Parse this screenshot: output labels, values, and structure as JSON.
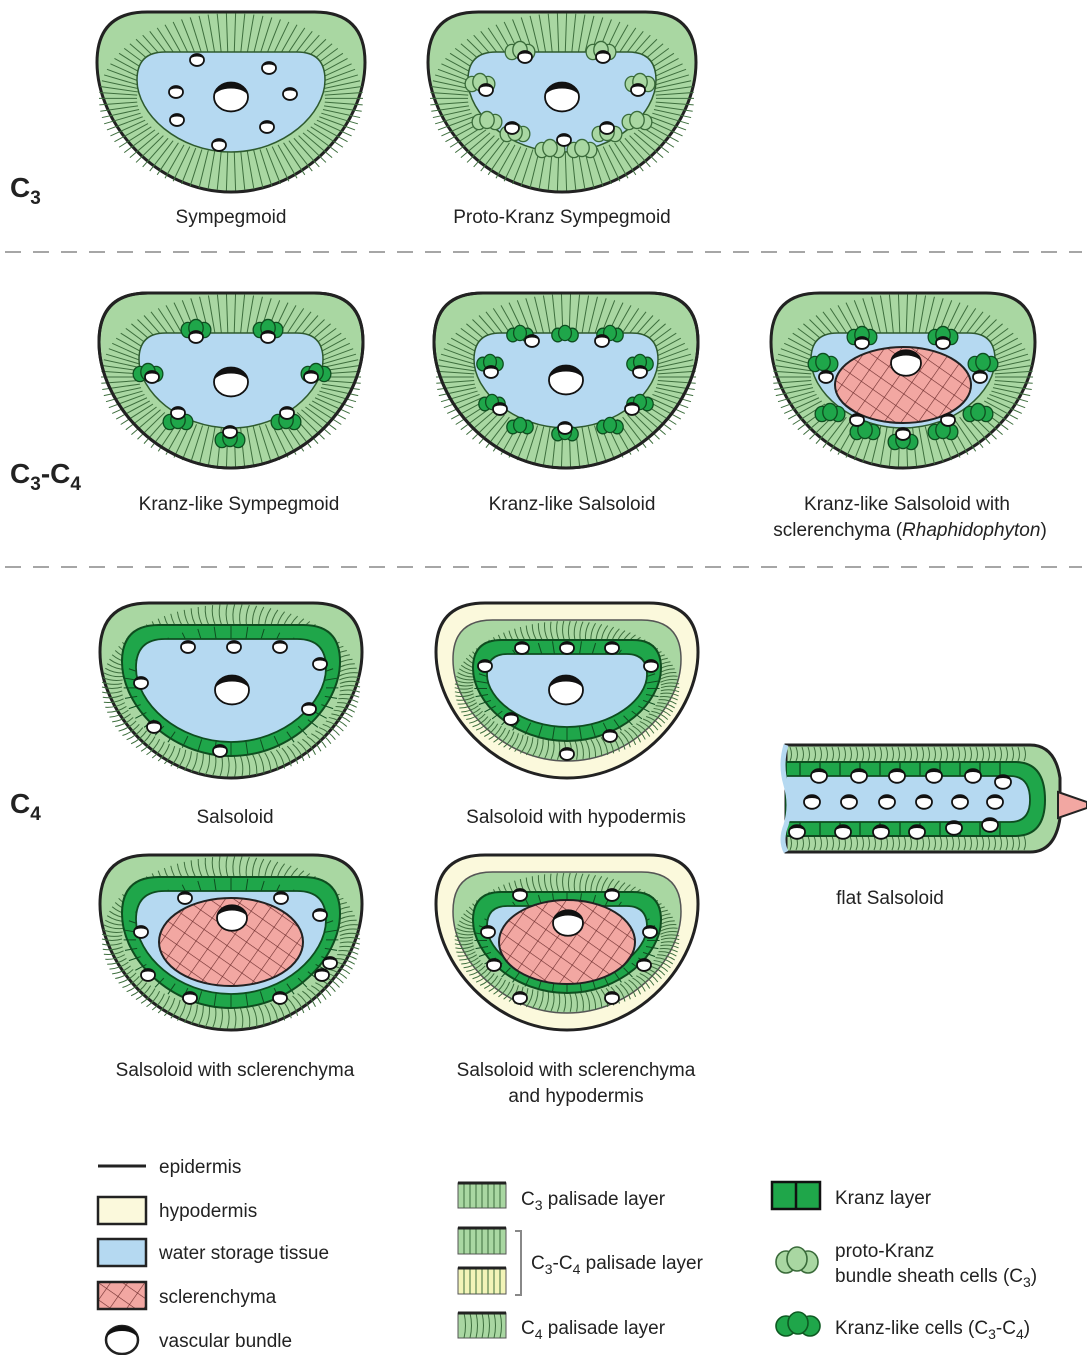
{
  "colors": {
    "green_light": "#a9d7a2",
    "green_mid": "#8fc98a",
    "kranz_green": "#1fa64a",
    "kranz_dark": "#12732f",
    "water": "#b5d9f1",
    "hypodermis": "#fbf9dc",
    "hypodermis_c3c4": "#f2f4b8",
    "sclerenchyma": "#f2a7a2",
    "line": "#222222"
  },
  "rows": {
    "c3": {
      "base": "C",
      "sub": "3"
    },
    "c3c4": {
      "base": "C",
      "sub1": "3",
      "dash": "-",
      "base2": "C",
      "sub2": "4"
    },
    "c4": {
      "base": "C",
      "sub": "4"
    }
  },
  "diagrams": {
    "sympegmoid": "Sympegmoid",
    "proto_kranz": "Proto-Kranz Sympegmoid",
    "kranz_like_sympegmoid": "Kranz-like Sympegmoid",
    "kranz_like_salsoloid": "Kranz-like Salsoloid",
    "kranz_like_scler_line1": "Kranz-like Salsoloid with",
    "kranz_like_scler_line2a": "sclerenchyma (",
    "kranz_like_scler_italic": "Rhaphidophyton",
    "kranz_like_scler_line2b": ")",
    "salsoloid": "Salsoloid",
    "salsoloid_hypo": "Salsoloid with hypodermis",
    "flat": "flat Salsoloid",
    "salsoloid_scler": "Salsoloid with sclerenchyma",
    "salsoloid_scler_hypo_line1": "Salsoloid with sclerenchyma",
    "salsoloid_scler_hypo_line2": "and hypodermis"
  },
  "legend": {
    "epidermis": "epidermis",
    "hypodermis": "hypodermis",
    "water": "water storage tissue",
    "sclerenchyma": "sclerenchyma",
    "vascular": "vascular bundle",
    "c3_palisade": {
      "base": "C",
      "sub": "3",
      "text": " palisade layer"
    },
    "c3c4_palisade": {
      "base": "C",
      "sub1": "3",
      "mid": "-C",
      "sub2": "4",
      "text": " palisade layer"
    },
    "c4_palisade": {
      "base": "C",
      "sub": "4",
      "text": " palisade layer"
    },
    "kranz": "Kranz layer",
    "proto_line1": "proto-Kranz",
    "proto_line2": "bundle sheath cells (C",
    "proto_sub": "3",
    "proto_end": ")",
    "kranz_like": "Kranz-like cells (C",
    "kranz_like_sub1": "3",
    "kranz_like_mid": "-C",
    "kranz_like_sub2": "4",
    "kranz_like_end": ")"
  }
}
